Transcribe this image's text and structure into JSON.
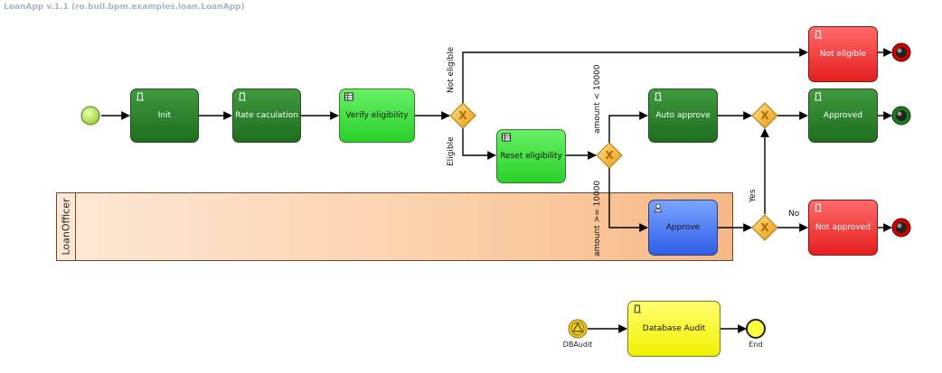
{
  "header": {
    "title": "LoanApp v.1.1 (ro.bull.bpm.examples.loan.LoanApp)"
  },
  "lane": {
    "name": "LoanOfficer"
  },
  "tasks": {
    "init": "Init",
    "rate": "Rate caculation",
    "verify": "Verify eligibility",
    "reset": "Reset eligibility",
    "auto_approve": "Auto approve",
    "approve": "Approve",
    "not_eligible": "Not eligible",
    "approved": "Approved",
    "not_approved": "Not approved",
    "db_audit": "Database Audit"
  },
  "edges": {
    "not_eligible": "Not eligible",
    "eligible": "Eligible",
    "lt": "amount < 10000",
    "ge": "amount >= 10000",
    "yes": "Yes",
    "no": "No"
  },
  "events": {
    "dbaudit": "DBAudit",
    "end": "End"
  },
  "colors": {
    "dark_green_task": "#2f8a2f",
    "light_green_task": "#45e045",
    "red_task": "#f04040",
    "blue_task": "#4f7ff5",
    "yellow_task": "#f8f830",
    "gateway": "#f0b030",
    "lane": "#fbcfa8"
  },
  "icons": {
    "script": "script-icon",
    "business_rule": "table-icon",
    "user": "user-icon",
    "gateway": "exclusive-gateway-icon"
  }
}
